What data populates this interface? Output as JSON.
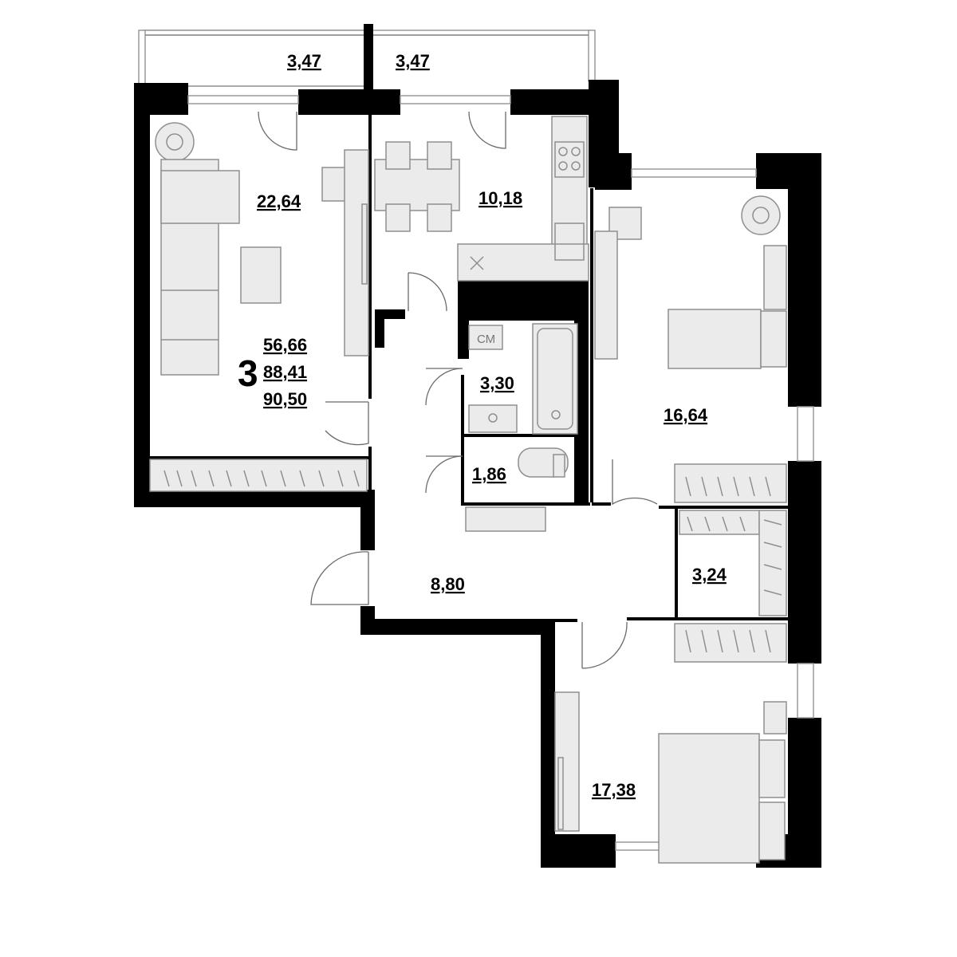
{
  "apartment": {
    "rooms_count": "3",
    "living_area": "56,66",
    "total_area": "88,41",
    "total_area_with_balconies": "90,50"
  },
  "rooms": {
    "balcony_left": "3,47",
    "balcony_right": "3,47",
    "living_room": "22,64",
    "kitchen": "10,18",
    "bathroom": "3,30",
    "toilet": "1,86",
    "hallway": "8,80",
    "bedroom_upper": "16,64",
    "closet": "3,24",
    "bedroom_lower": "17,38"
  },
  "fixtures": {
    "washing_machine_mark": "СМ"
  },
  "colors": {
    "wall": "#000000",
    "furniture_fill": "#ebebeb",
    "furniture_stroke": "#8f8f8f"
  }
}
